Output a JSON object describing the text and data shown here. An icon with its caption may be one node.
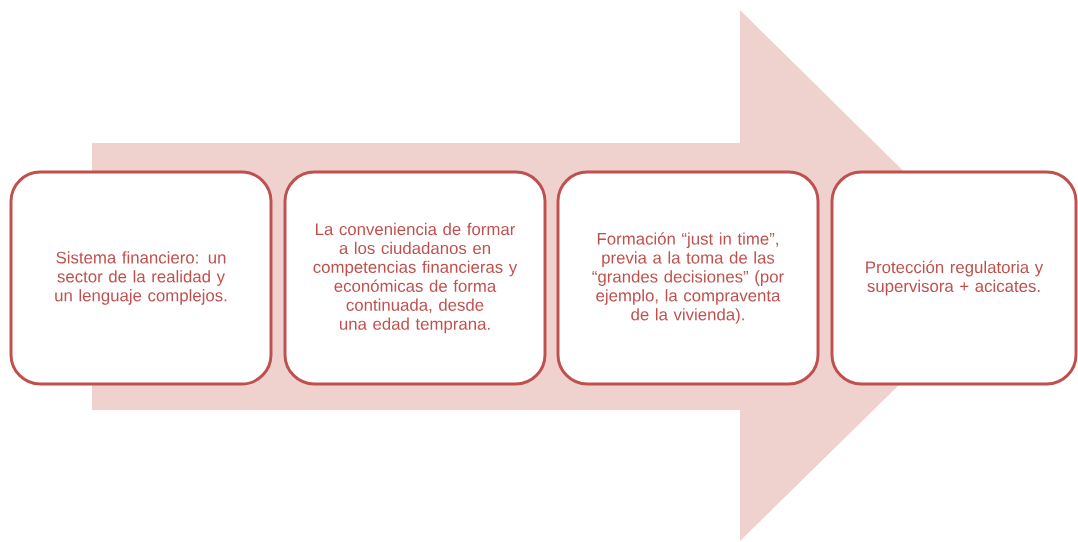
{
  "diagram": {
    "nodes": [
      {
        "text": [
          "Sistema financiero: un sector de la realidad y un lenguaje complejos."
        ]
      },
      {
        "text": [
          "La conveniencia de formar a los ciudadanos en competencias financieras y económicas de forma continuada, desde una edad temprana."
        ]
      },
      {
        "text": [
          "Formación “just in time”, previa a la toma de las “grandes decisiones” (por ejemplo, la compraventa de la vivienda)."
        ]
      },
      {
        "text": [
          "Protección regulatoria y supervisora + acicates."
        ]
      }
    ],
    "edges": [
      {
        "from": 0,
        "to": 3,
        "arrow": "to"
      }
    ]
  }
}
